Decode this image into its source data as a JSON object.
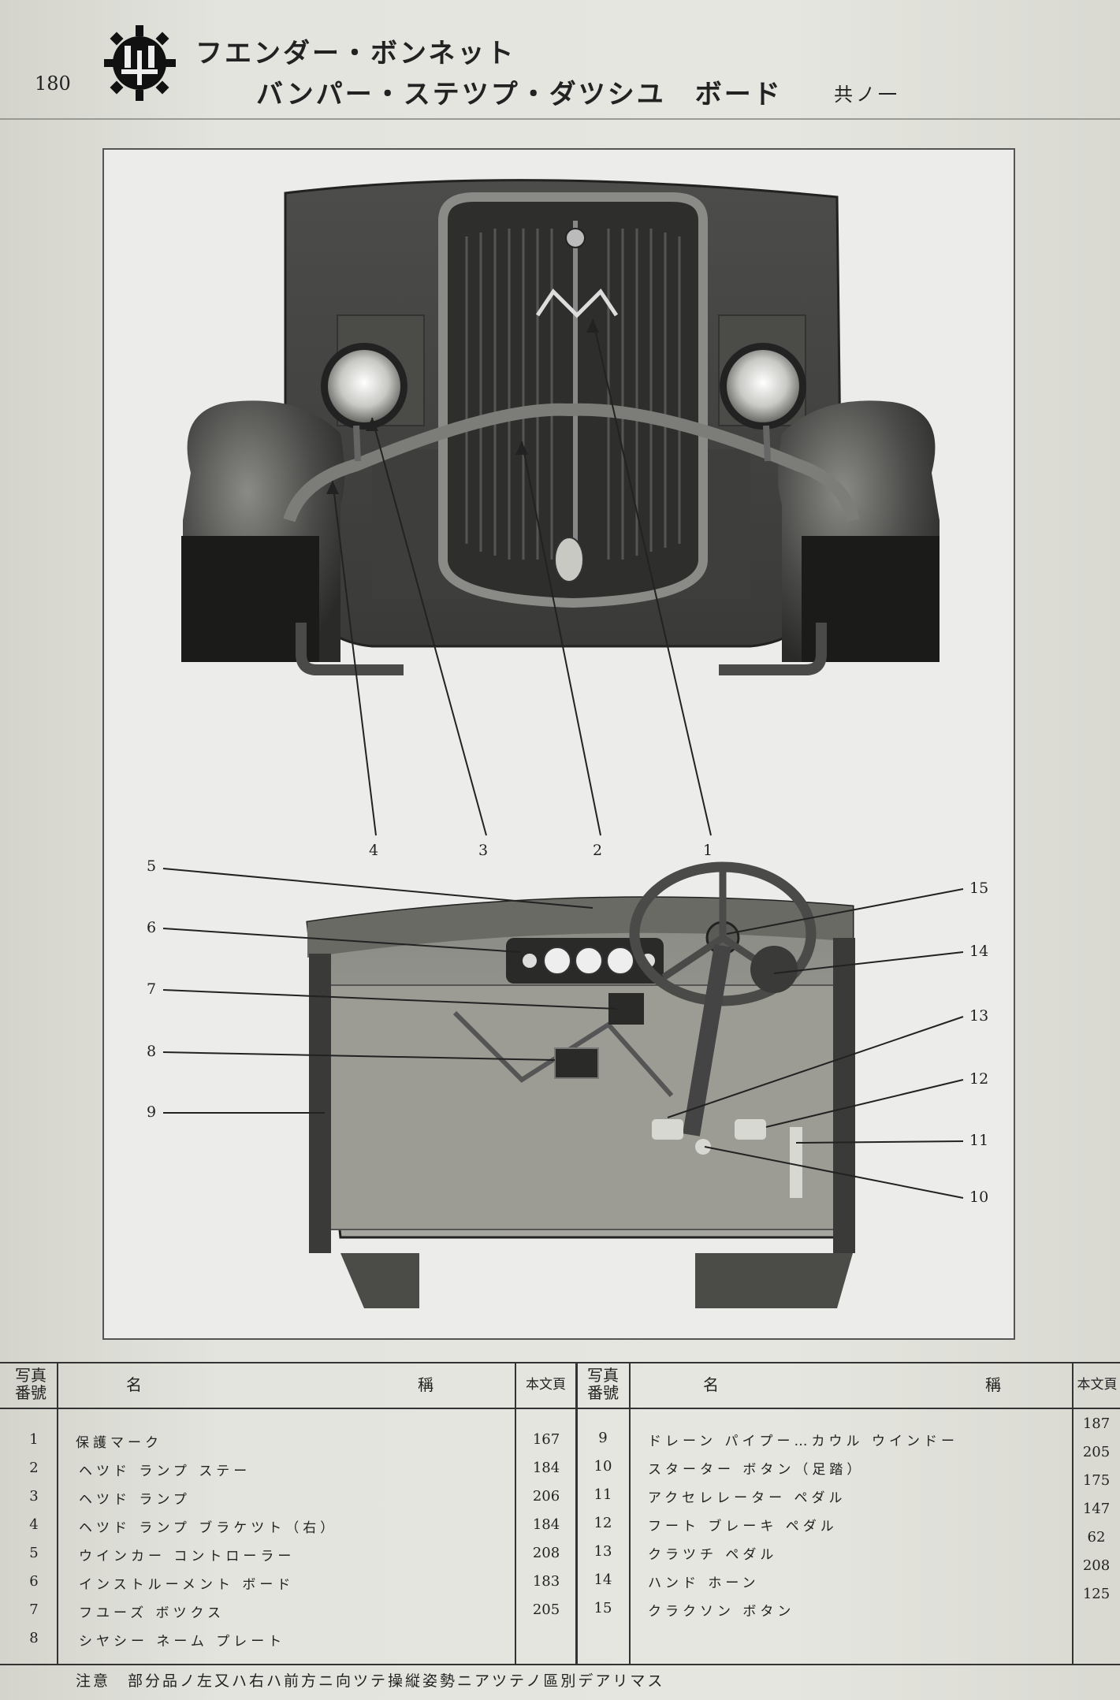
{
  "header": {
    "page_number": "180",
    "title_line1": "フエンダー・ボンネット",
    "title_line2": "バンパー・ステツプ・ダツシユ　ボード",
    "title_suffix": "共ノ一"
  },
  "figure_callouts": [
    "1",
    "2",
    "3",
    "4",
    "5",
    "6",
    "7",
    "8",
    "9",
    "10",
    "11",
    "12",
    "13",
    "14",
    "15"
  ],
  "parts_table": {
    "headers": {
      "photo_no": "写真番號",
      "name_left": "名",
      "name_right": "稱",
      "page_ref": "本文頁"
    },
    "left_rows": [
      {
        "no": "1",
        "name": "保護マーク",
        "page": "167"
      },
      {
        "no": "2",
        "name": "ヘツド ランプ ステー",
        "page": "184"
      },
      {
        "no": "3",
        "name": "ヘツド ランプ",
        "page": "206"
      },
      {
        "no": "4",
        "name": "ヘツド ランプ ブラケツト（右）",
        "page": "184"
      },
      {
        "no": "5",
        "name": "ウインカー コントローラー",
        "page": "208"
      },
      {
        "no": "6",
        "name": "インストルーメント ボード",
        "page": "183"
      },
      {
        "no": "7",
        "name": "フユーズ ボツクス",
        "page": "205"
      },
      {
        "no": "8",
        "name": "シヤシー ネーム プレート",
        "page": ""
      }
    ],
    "right_rows": [
      {
        "no": "9",
        "name": "ドレーン パイプー…カウル ウインドー",
        "page": "187"
      },
      {
        "no": "10",
        "name": "スターター ボタン（足踏）",
        "page": "205"
      },
      {
        "no": "11",
        "name": "アクセレレーター ペダル",
        "page": "175"
      },
      {
        "no": "12",
        "name": "フート ブレーキ ペダル",
        "page": "147"
      },
      {
        "no": "13",
        "name": "クラツチ ペダル",
        "page": "62"
      },
      {
        "no": "14",
        "name": "ハンド ホーン",
        "page": "208"
      },
      {
        "no": "15",
        "name": "クラクソン ボタン",
        "page": "125"
      }
    ]
  },
  "note": "注意　部分品ノ左又ハ右ハ前方ニ向ツテ操縦姿勢ニアツテノ區別デアリマス"
}
